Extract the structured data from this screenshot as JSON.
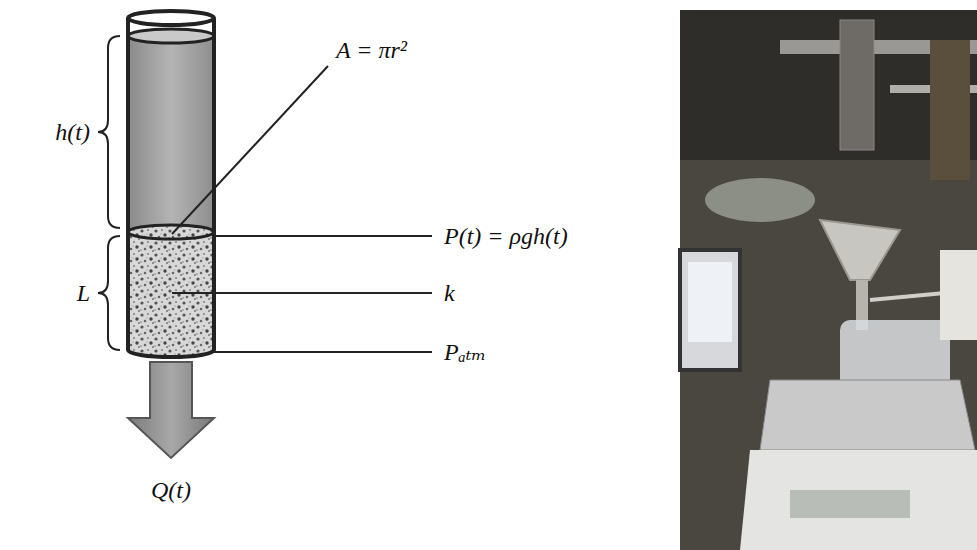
{
  "diagram": {
    "labels": [
      "h(t)",
      "A = πr²",
      "P(t) = ρgh(t)",
      "L",
      "k",
      "Pₐₜₘ",
      "Q(t)"
    ]
  }
}
